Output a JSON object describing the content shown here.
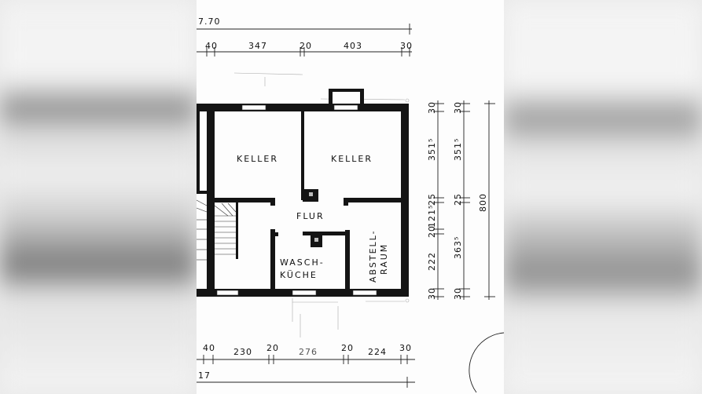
{
  "plan": {
    "rooms": {
      "keller_left": "KELLER",
      "keller_right": "KELLER",
      "flur": "FLUR",
      "waschkueche_1": "WASCH-",
      "waschkueche_2": "KÜCHE",
      "abstellraum_1": "ABSTELL-",
      "abstellraum_2": "RAUM"
    },
    "dimensions_top": {
      "overall": "7.70",
      "segments": [
        "40",
        "347",
        "20",
        "403",
        "30"
      ]
    },
    "dimensions_right_inner": [
      "30",
      "351⁵",
      "25",
      "121⁵",
      "20",
      "222",
      "30"
    ],
    "dimensions_right_middle": [
      "30",
      "351⁵",
      "25",
      "363⁵",
      "30"
    ],
    "dimensions_right_outer": "800",
    "dimensions_bottom": {
      "segments": [
        "40",
        "230",
        "20",
        "276",
        "20",
        "224",
        "30"
      ],
      "overall": "17"
    }
  }
}
